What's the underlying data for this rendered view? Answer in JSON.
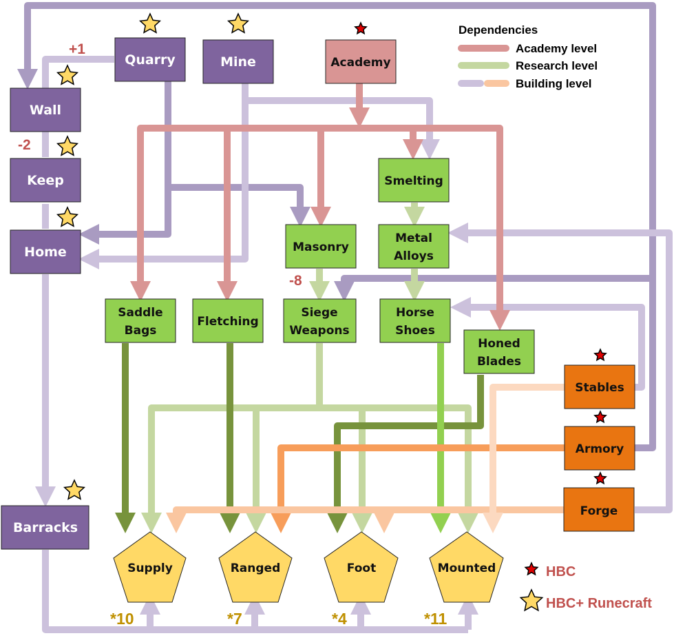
{
  "colors": {
    "building_fill": "#7f649e",
    "academy_fill": "#d99594",
    "research_fill": "#92d050",
    "hbc_building_fill": "#e97511",
    "unit_fill": "#ffd966",
    "academy_link": "#d99594",
    "research_link": "#c4d7a0",
    "research_link_dark": "#77933c",
    "research_link_bright": "#92d050",
    "building_link_dark": "#a99bc1",
    "building_link_light": "#ccc1dc",
    "orange_link": "#f79d5a",
    "orange_link_light": "#fac6a0",
    "orange_link_pale": "#fcd9c0",
    "delta_text": "#c0504d",
    "multiplier_text": "#bf9000",
    "hbc_star": "#e00000",
    "runecraft_star": "#ffd966"
  },
  "buildings": {
    "quarry": "Quarry",
    "mine": "Mine",
    "academy": "Academy",
    "wall": "Wall",
    "keep": "Keep",
    "home": "Home",
    "barracks": "Barracks",
    "stables": "Stables",
    "armory": "Armory",
    "forge": "Forge"
  },
  "research": {
    "smelting": "Smelting",
    "masonry": "Masonry",
    "metal_alloys_1": "Metal",
    "metal_alloys_2": "Alloys",
    "saddle_bags_1": "Saddle",
    "saddle_bags_2": "Bags",
    "fletching": "Fletching",
    "siege_weapons_1": "Siege",
    "siege_weapons_2": "Weapons",
    "horse_shoes_1": "Horse",
    "horse_shoes_2": "Shoes",
    "honed_blades_1": "Honed",
    "honed_blades_2": "Blades"
  },
  "units": {
    "supply": "Supply",
    "ranged": "Ranged",
    "foot": "Foot",
    "mounted": "Mounted"
  },
  "annotations": {
    "quarry_wall_delta": "+1",
    "wall_keep_delta": "-2",
    "masonry_siege_delta": "-8",
    "supply_multiplier": "*10",
    "ranged_multiplier": "*7",
    "foot_multiplier": "*4",
    "mounted_multiplier": "*11"
  },
  "legend": {
    "title": "Dependencies",
    "academy_level": "Academy level",
    "research_level": "Research level",
    "building_level": "Building level"
  },
  "key": {
    "hbc": "HBC",
    "hbc_runecraft": "HBC+ Runecraft"
  }
}
